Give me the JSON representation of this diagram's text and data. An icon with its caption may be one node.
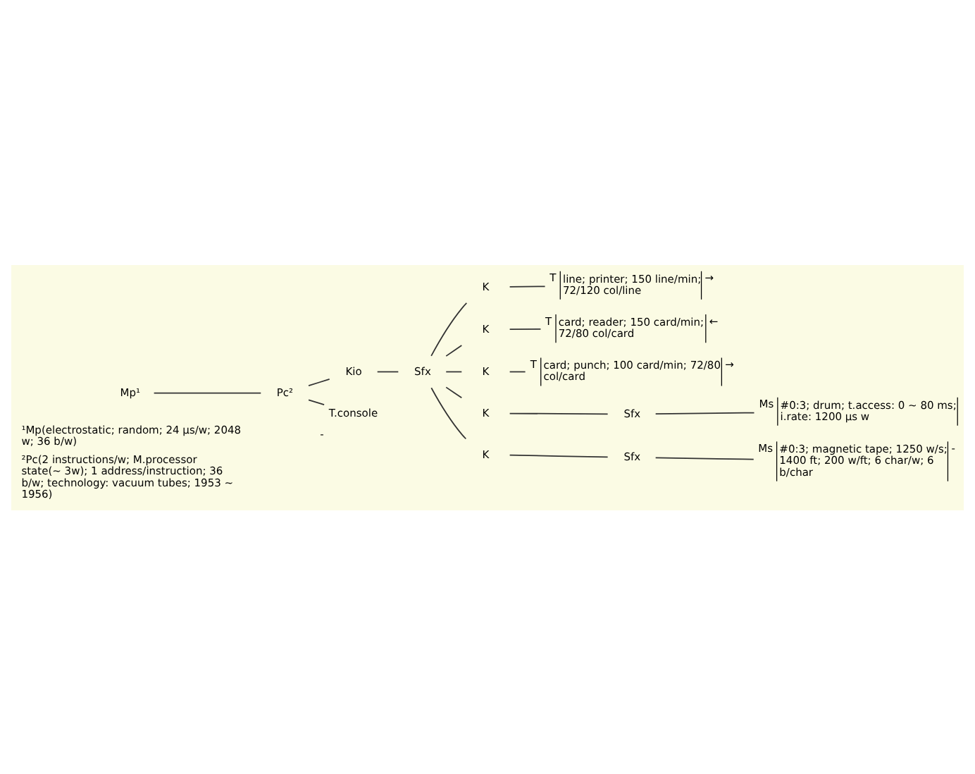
{
  "diagram": {
    "nodes": [
      {
        "text": [
          "Mp¹"
        ]
      },
      {
        "text": [
          "Pc²"
        ]
      },
      {
        "text": [
          "Kio"
        ]
      },
      {
        "text": [
          "Sfx"
        ]
      },
      {
        "text": [
          "T.console"
        ],
        "beside": [
          "-"
        ]
      },
      {
        "text": [
          "K"
        ]
      },
      {
        "text": [
          "T",
          "line; printer; 150 line/min; 72/120 col/line",
          "→"
        ]
      },
      {
        "text": [
          "K"
        ]
      },
      {
        "text": [
          "T",
          "card; reader; 150 card/min; 72/80 col/card",
          "←"
        ]
      },
      {
        "text": [
          "K"
        ]
      },
      {
        "text": [
          "T",
          "card; punch; 100 card/min; 72/80 col/card",
          "→"
        ]
      },
      {
        "text": [
          "K"
        ]
      },
      {
        "text": [
          "Sfx"
        ]
      },
      {
        "text": [
          "Ms",
          "#0:3; drum; t.access: 0 ~ 80 ms; i.rate: 1200 µs w"
        ]
      },
      {
        "text": [
          "K"
        ]
      },
      {
        "text": [
          "Sfx"
        ]
      },
      {
        "text": [
          "Ms",
          "#0:3; magnetic tape; 1250 w/s; 1400 ft; 200 w/ft; 6 char/w; 6 b/char",
          "-"
        ]
      }
    ],
    "edges": [
      {
        "from": 0,
        "to": 1,
        "arrow": "none"
      },
      {
        "from": 1,
        "to": 2,
        "arrow": "none"
      },
      {
        "from": 2,
        "to": 3,
        "arrow": "none"
      },
      {
        "from": 1,
        "to": 4,
        "arrow": "none"
      },
      {
        "from": 3,
        "to": 5,
        "arrow": "none"
      },
      {
        "from": 5,
        "to": 6,
        "arrow": "none"
      },
      {
        "from": 3,
        "to": 7,
        "arrow": "none"
      },
      {
        "from": 7,
        "to": 8,
        "arrow": "none"
      },
      {
        "from": 3,
        "to": 9,
        "arrow": "none"
      },
      {
        "from": 9,
        "to": 10,
        "arrow": "none"
      },
      {
        "from": 3,
        "to": 11,
        "arrow": "none"
      },
      {
        "from": 11,
        "to": 12,
        "arrow": "none"
      },
      {
        "from": 12,
        "to": 13,
        "arrow": "none"
      },
      {
        "from": 3,
        "to": 14,
        "arrow": "none"
      },
      {
        "from": 14,
        "to": 15,
        "arrow": "none"
      },
      {
        "from": 15,
        "to": 16,
        "arrow": "none"
      }
    ],
    "labels": [
      "¹Mp(electrostatic; random; 24 µs/w; 2048 w; 36 b/w)",
      "²Pc(2 instructions/w; M.processor state(~ 3w); 1 address/instruction; 36 b/w; technology: vacuum tubes; 1953 ~ 1956)"
    ]
  }
}
